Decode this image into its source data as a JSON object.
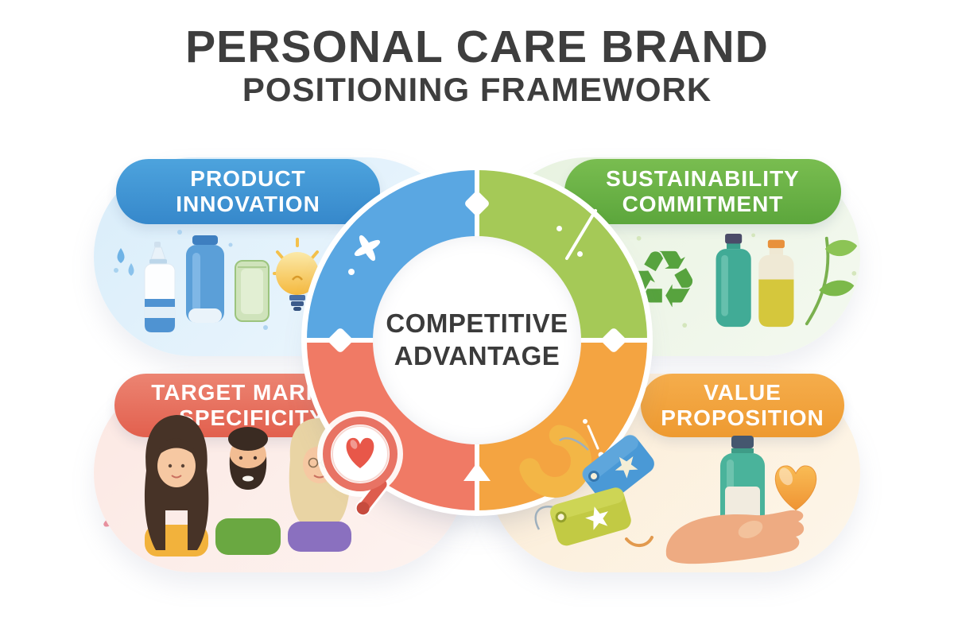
{
  "title": {
    "line1": "PERSONAL CARE BRAND",
    "line2": "POSITIONING FRAMEWORK"
  },
  "center": {
    "line1": "COMPETITIVE",
    "line2": "ADVANTAGE"
  },
  "quadrants": {
    "product_innovation": {
      "line1": "PRODUCT",
      "line2": "INNOVATION",
      "accent": "#4196d6",
      "ring": "#5aa7e2",
      "body_bg": "#d9edfa",
      "icons": [
        "water-drops-icon",
        "pump-bottle-icon",
        "cosmetic-tube-icon",
        "cream-tub-icon",
        "lightbulb-icon",
        "sparkle-icon"
      ]
    },
    "sustainability_commitment": {
      "line1": "SUSTAINABILITY",
      "line2": "COMMITMENT",
      "accent": "#6ab244",
      "ring": "#a5c957",
      "body_bg": "#e7f2df",
      "recycle_glyph": "♻",
      "icons": [
        "recycle-icon",
        "reusable-bottle-icon",
        "natural-oil-bottle-icon",
        "leaves-icon"
      ]
    },
    "target_market_specificity": {
      "line1": "TARGET MARKET",
      "line2": "SPECIFICITY",
      "accent": "#e87361",
      "ring": "#f07a65",
      "body_bg": "#fce8e3",
      "icons": [
        "woman-customer-icon",
        "man-customer-icon",
        "mature-woman-customer-icon",
        "magnifier-heart-icon",
        "sparkle-icon"
      ]
    },
    "value_proposition": {
      "line1": "VALUE",
      "line2": "PROPOSITION",
      "accent": "#f4a43c",
      "ring": "#f4a441",
      "body_bg": "#fcecd5",
      "icons": [
        "price-tags-icon",
        "gold-hook-icon",
        "hand-holding-product-icon",
        "heart-icon",
        "sparkle-icon"
      ]
    }
  },
  "ring_markers": {
    "top": "diamond",
    "left": "diamond",
    "right": "diamond",
    "bottom": "arrow-up"
  }
}
